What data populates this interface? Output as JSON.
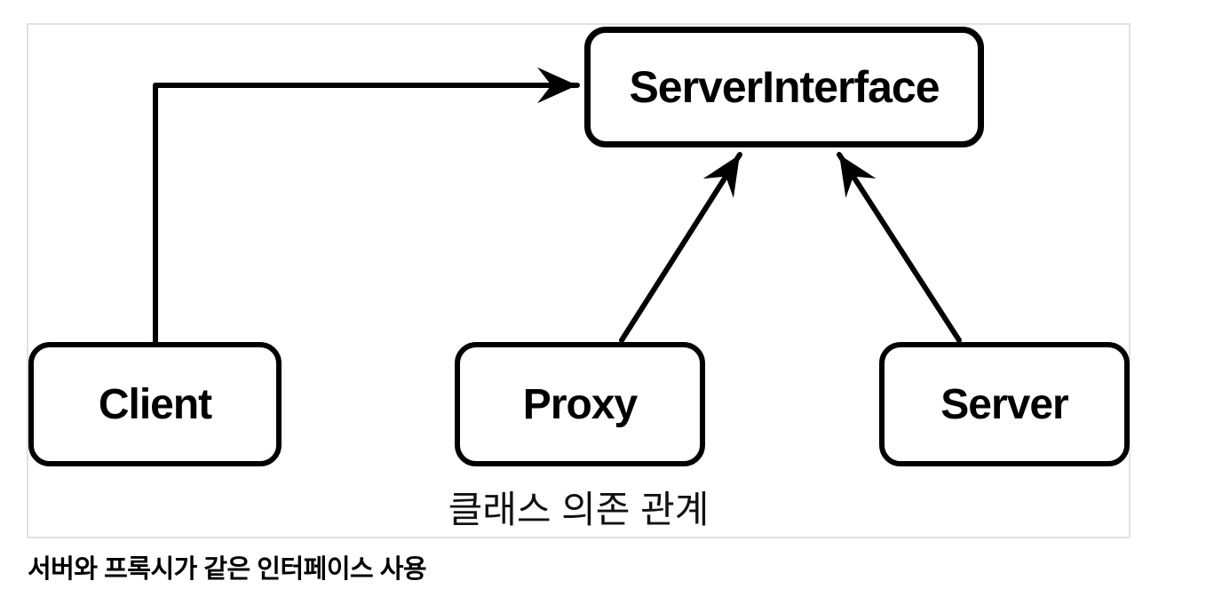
{
  "diagram": {
    "nodes": {
      "server_interface": {
        "label": "ServerInterface"
      },
      "client": {
        "label": "Client"
      },
      "proxy": {
        "label": "Proxy"
      },
      "server": {
        "label": "Server"
      }
    },
    "edges": [
      {
        "from": "Client",
        "to": "ServerInterface",
        "type": "dependency-arrow"
      },
      {
        "from": "Proxy",
        "to": "ServerInterface",
        "type": "dependency-arrow"
      },
      {
        "from": "Server",
        "to": "ServerInterface",
        "type": "dependency-arrow"
      }
    ],
    "caption": "클래스 의존 관계",
    "colors": {
      "stroke": "#000000",
      "panel_border": "#e1e1e1",
      "background": "#ffffff"
    }
  },
  "footer": {
    "text": "서버와 프록시가 같은 인터페이스 사용"
  }
}
